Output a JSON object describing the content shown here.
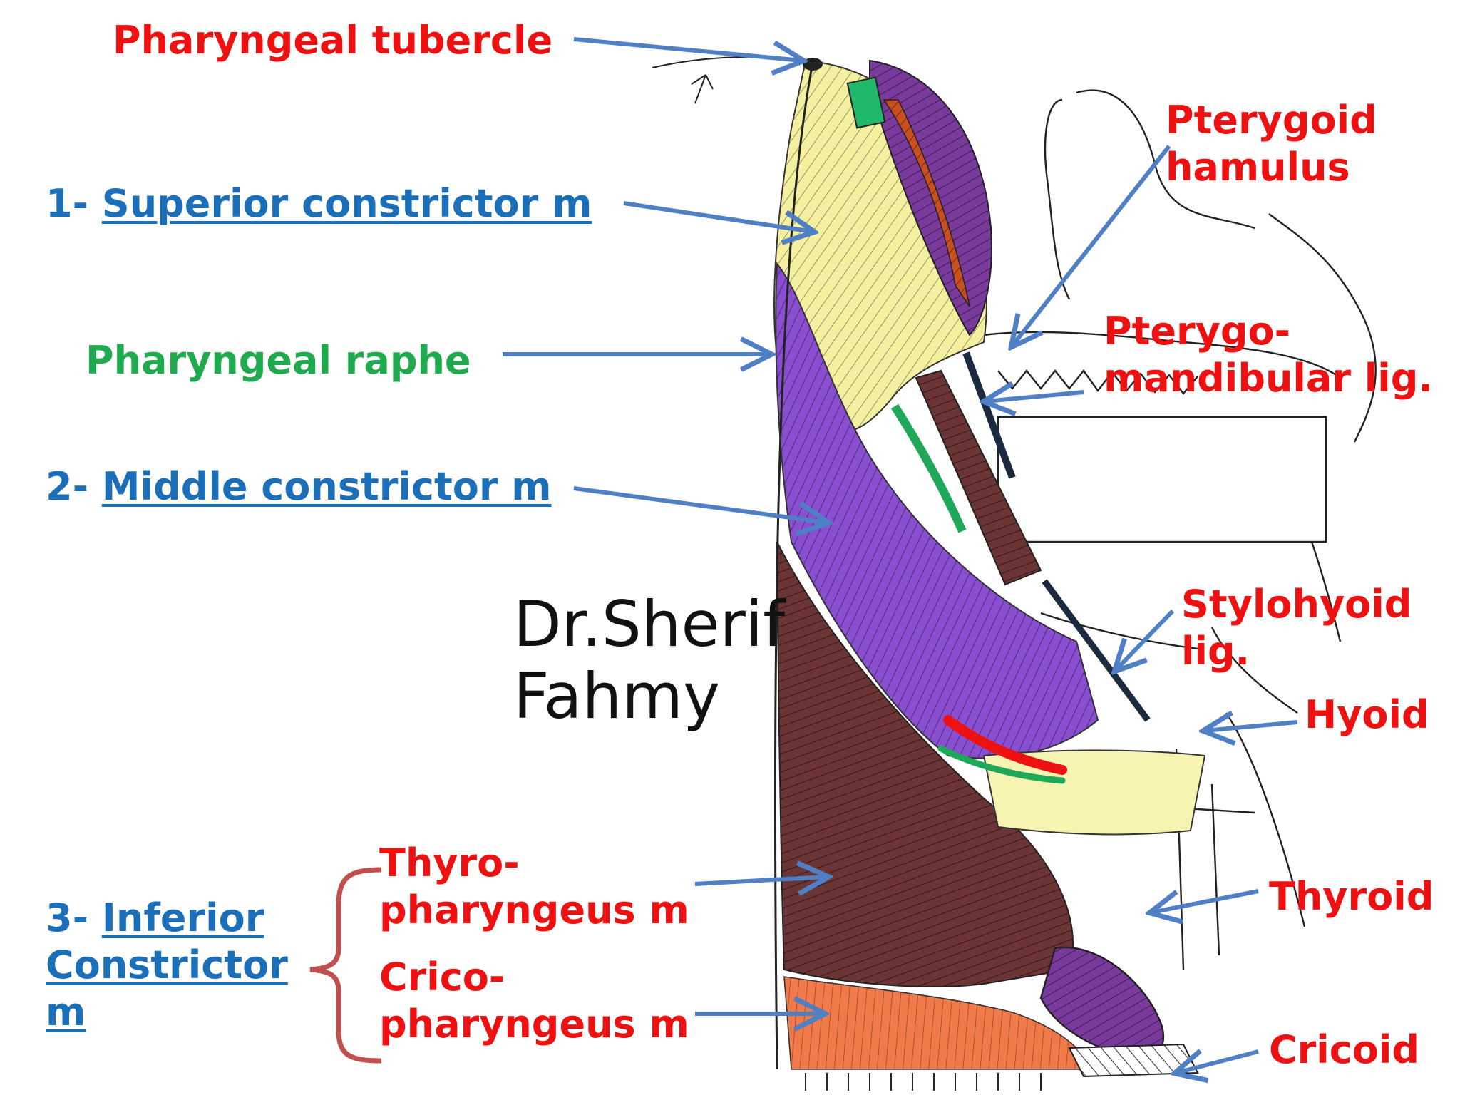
{
  "labels": {
    "pharyngeal_tubercle": "Pharyngeal tubercle",
    "superior_num": "1- ",
    "superior": "Superior constrictor m",
    "pharyngeal_raphe": "Pharyngeal raphe",
    "middle_num": "2- ",
    "middle": "Middle constrictor m",
    "inferior_num": "3- ",
    "inferior_1": "Inferior",
    "inferior_2": "Constrictor",
    "inferior_3": "m",
    "thyro_1": "Thyro-",
    "thyro_2": "pharyngeus m",
    "crico_1": "Crico-",
    "crico_2": "pharyngeus m",
    "pterygoid_1": "Pterygoid",
    "pterygoid_2": "hamulus",
    "pterygo_1": "Pterygo-",
    "pterygo_2": "mandibular lig.",
    "stylohyoid_1": "Stylohyoid",
    "stylohyoid_2": "lig.",
    "hyoid": "Hyoid",
    "thyroid": "Thyroid",
    "cricoid": "Cricoid"
  },
  "watermark": {
    "line1": "Dr.Sherif",
    "line2": "Fahmy"
  },
  "colors": {
    "label_red": "#ee1111",
    "label_blue": "#1a6fb8",
    "label_green": "#1faa4e",
    "arrow": "#4f7fc4",
    "brace": "#c0504d",
    "superior_muscle": "#f4f0a0",
    "middle_muscle": "#8a4fd0",
    "inferior_muscle": "#6b3535",
    "cricopharyngeus": "#f07a4a"
  }
}
